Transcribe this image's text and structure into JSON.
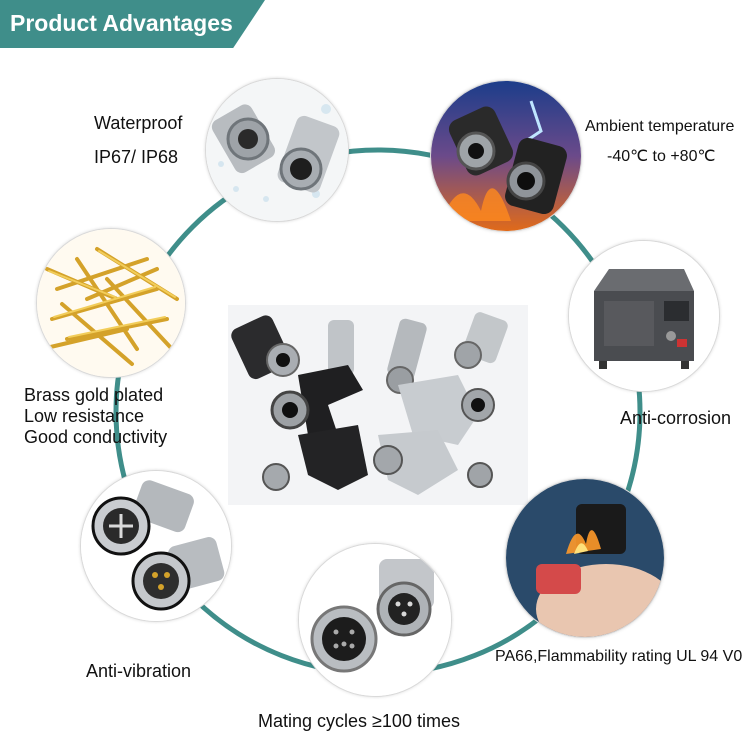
{
  "header": {
    "title": "Product Advantages"
  },
  "colors": {
    "accent": "#3f8e8a",
    "ring": "#3f8e8a"
  },
  "features": {
    "waterproof": {
      "line1": "Waterproof",
      "line2": "IP67/ IP68"
    },
    "temperature": {
      "line1": "Ambient temperature",
      "line2": "-40℃ to +80℃"
    },
    "brass": {
      "line1": "Brass gold plated",
      "line2": "Low resistance",
      "line3": "Good conductivity"
    },
    "corrosion": {
      "line1": "Anti-corrosion"
    },
    "vibration": {
      "line1": "Anti-vibration"
    },
    "flammability": {
      "line1": "PA66,Flammability rating UL 94 V0"
    },
    "mating": {
      "line1": "Mating cycles ≥100 times"
    }
  }
}
